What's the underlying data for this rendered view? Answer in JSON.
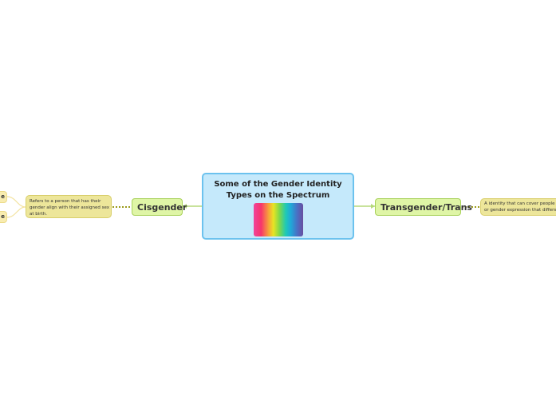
{
  "central": {
    "title": "Some of the Gender Identity Types on the Spectrum",
    "image": "rainbow-spectrum-gradient"
  },
  "branches": [
    {
      "label": "Cisgender",
      "note": "Refers to a person that has their gender align with their assigned sex at birth.",
      "note_lines": [
        "Refers to a person that has their",
        "gender align with their assigned sex",
        "at birth."
      ],
      "children": [
        "e",
        "e"
      ]
    },
    {
      "label": "Transgender/Trans",
      "note_lines": [
        "A identity that can cover people th",
        "or gender expression that differs f"
      ]
    }
  ],
  "colors": {
    "central_fill": "#c5e9fb",
    "central_border": "#6cc2ee",
    "topic_fill": "#dff5a6",
    "topic_border": "#a8d15a",
    "note_fill": "#ede69a",
    "connector": "#b5d97a",
    "dotted": "#9a9a1a"
  }
}
